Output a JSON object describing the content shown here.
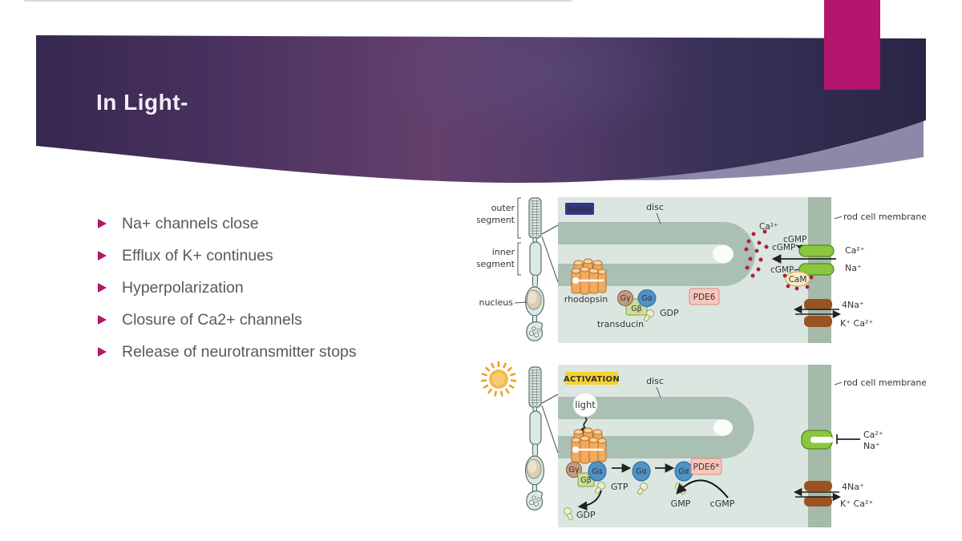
{
  "slide": {
    "title": "In Light-",
    "bullets": [
      "Na+ channels close",
      "Efflux of K+ continues",
      "Hyperpolarization",
      "Closure of Ca2+ channels",
      "Release of neurotransmitter stops"
    ],
    "colors": {
      "accent": "#b4156d",
      "header_dark": "#2a2546",
      "header_purple": "#64406c",
      "swoosh": "#8d87a8",
      "bullet_marker": "#ad1a68",
      "body_text": "#58595b"
    }
  },
  "diagram": {
    "rod_cell": {
      "outer_segment_line1": "outer",
      "outer_segment_line2": "segment",
      "inner_segment_line1": "inner",
      "inner_segment_line2": "segment",
      "nucleus": "nucleus"
    },
    "dark_panel": {
      "badge": "DARK",
      "disc": "disc",
      "rhodopsin": "rhodopsin",
      "g_gamma": "Gγ",
      "g_beta": "Gβ",
      "g_alpha": "Gα",
      "gdp": "GDP",
      "transducin": "transducin",
      "pde6": "PDE6",
      "ca_ions": "Ca²⁺",
      "cgmp_a": "cGMP",
      "cgmp_b": "cGMP",
      "cgmp_c": "cGMP",
      "cam": "CaM",
      "membrane": "rod cell membrane",
      "ca_in": "Ca²⁺",
      "na_in": "Na⁺",
      "na_out": "4Na⁺",
      "k_ca_out": "K⁺ Ca²⁺"
    },
    "activation_panel": {
      "badge": "ACTIVATION",
      "disc": "disc",
      "light": "light",
      "g_gamma": "Gγ",
      "g_beta": "Gβ",
      "g_alpha1": "Gα",
      "g_alpha2": "Gα",
      "g_alpha3": "Gα",
      "gtp": "GTP",
      "gdp": "GDP",
      "pde6_active": "PDE6*",
      "gmp": "GMP",
      "cgmp": "cGMP",
      "membrane": "rod cell membrane",
      "ca_blocked": "Ca²⁺",
      "na_blocked": "Na⁺",
      "na_out": "4Na⁺",
      "k_ca_out": "K⁺ Ca²⁺"
    }
  }
}
